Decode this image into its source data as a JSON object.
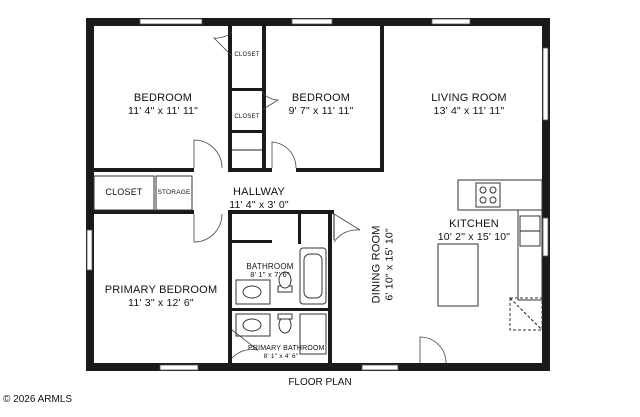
{
  "rooms": {
    "bedroom_1": {
      "name": "BEDROOM",
      "dims": "11' 4\" x 11' 11\""
    },
    "bedroom_2": {
      "name": "BEDROOM",
      "dims": "9' 7\" x 11' 11\""
    },
    "living_room": {
      "name": "LIVING ROOM",
      "dims": "13' 4\" x 11' 11\""
    },
    "hallway": {
      "name": "HALLWAY",
      "dims": "11' 4\" x 3' 0\""
    },
    "kitchen": {
      "name": "KITCHEN",
      "dims": "10' 2\" x 15' 10\""
    },
    "dining_room": {
      "name": "DINING ROOM",
      "dims": "6' 10\" x 15' 10\""
    },
    "primary_bedroom": {
      "name": "PRIMARY BEDROOM",
      "dims": "11' 3\" x 12' 6\""
    },
    "bathroom": {
      "name": "BATHROOM",
      "dims": "8' 1\" x 7' 6\""
    },
    "primary_bathroom": {
      "name": "PRIMARY BATHROOM",
      "dims": "8' 1\" x 4' 6\""
    },
    "closet_1": {
      "name": "CLOSET"
    },
    "closet_2": {
      "name": "CLOSET"
    },
    "closet_3": {
      "name": "CLOSET"
    },
    "storage": {
      "name": "STORAGE"
    }
  },
  "footer": {
    "title": "FLOOR PLAN",
    "copyright": "2026 ARMLS"
  }
}
